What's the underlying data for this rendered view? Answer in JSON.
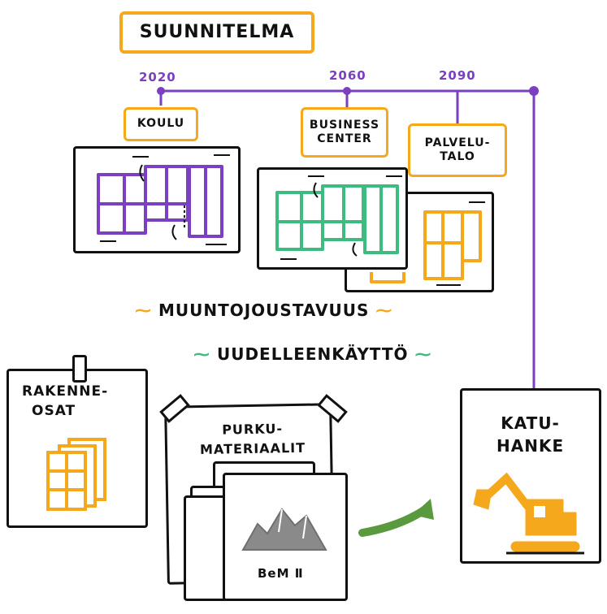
{
  "title": "SUUNNITELMA",
  "timeline": {
    "years": [
      "2020",
      "2060",
      "2090"
    ],
    "color": "#7b3fc2"
  },
  "buildings": [
    {
      "label": "KOULU",
      "color": "#7b3fc2"
    },
    {
      "label": "BUSINESS CENTER",
      "line1": "BUSINESS",
      "line2": "CENTER",
      "color": "#3dbb80"
    },
    {
      "label": "PALVELUTALO",
      "line1": "PALVELU-",
      "line2": "TALO",
      "color": "#f5a81c"
    }
  ],
  "concepts": {
    "flexibility": "MUUNTOJOUSTAVUUS",
    "reuse": "UUDELLEENKÄYTTÖ",
    "flexibility_color": "#f5a81c",
    "reuse_color": "#3dbb80"
  },
  "cards": {
    "structural_parts": {
      "line1": "RAKENNE-",
      "line2": "OSAT"
    },
    "demolition_materials": {
      "line1": "PURKU-",
      "line2": "MATERIAALIT",
      "doc_label": "BeM Ⅱ"
    },
    "street_project": {
      "line1": "KATU-",
      "line2": "HANKE"
    }
  },
  "arrow_color": "#5a9a3e",
  "accent_orange": "#f5a81c",
  "rock_color": "#8a8a8a"
}
